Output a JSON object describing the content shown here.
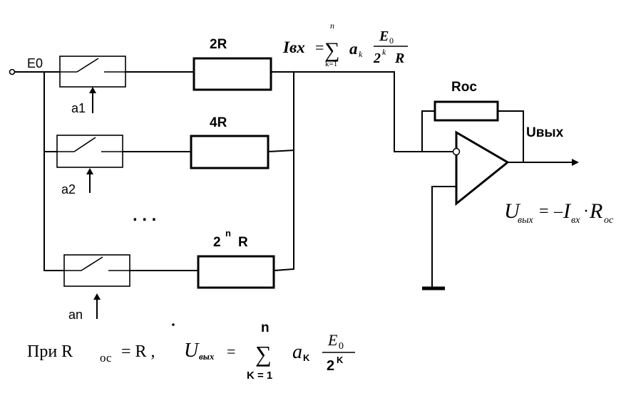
{
  "labels": {
    "input": "E0",
    "r1": "2R",
    "r2": "4R",
    "rn_base": "2",
    "rn_exp": "n",
    "rn_tail": "R",
    "bits": [
      "a1",
      "a2",
      "an"
    ],
    "ellipsis": ". . .",
    "feedback": "Roc",
    "output": "Uвых"
  },
  "formula_iin": {
    "lhs": "Iвх",
    "eq": "=",
    "sum_top": "n",
    "sum_bottom": "k=1",
    "sigma": "∑",
    "term": "a",
    "term_sub": "k",
    "num": "E",
    "num_sub": "0",
    "den_base": "2",
    "den_exp": "k",
    "den_tail": "R"
  },
  "formula_uout": {
    "U": "U",
    "U_sub": "вых",
    "eq": "=",
    "minus": "–",
    "I": "I",
    "I_sub": "вх",
    "dot": "·",
    "R": "R",
    "R_sub": "ос"
  },
  "formula_bottom": {
    "prefix": "При R",
    "prefix_sub": "ос",
    "cond": " = R ,",
    "U": "U",
    "U_sub": "вых",
    "eq": "=",
    "sum_top": "n",
    "sum_bottom": "K = 1",
    "sigma": "∑",
    "term": "a",
    "term_sub": "K",
    "num": "E",
    "num_sub": "0",
    "den_base": "2",
    "den_exp": "K"
  }
}
